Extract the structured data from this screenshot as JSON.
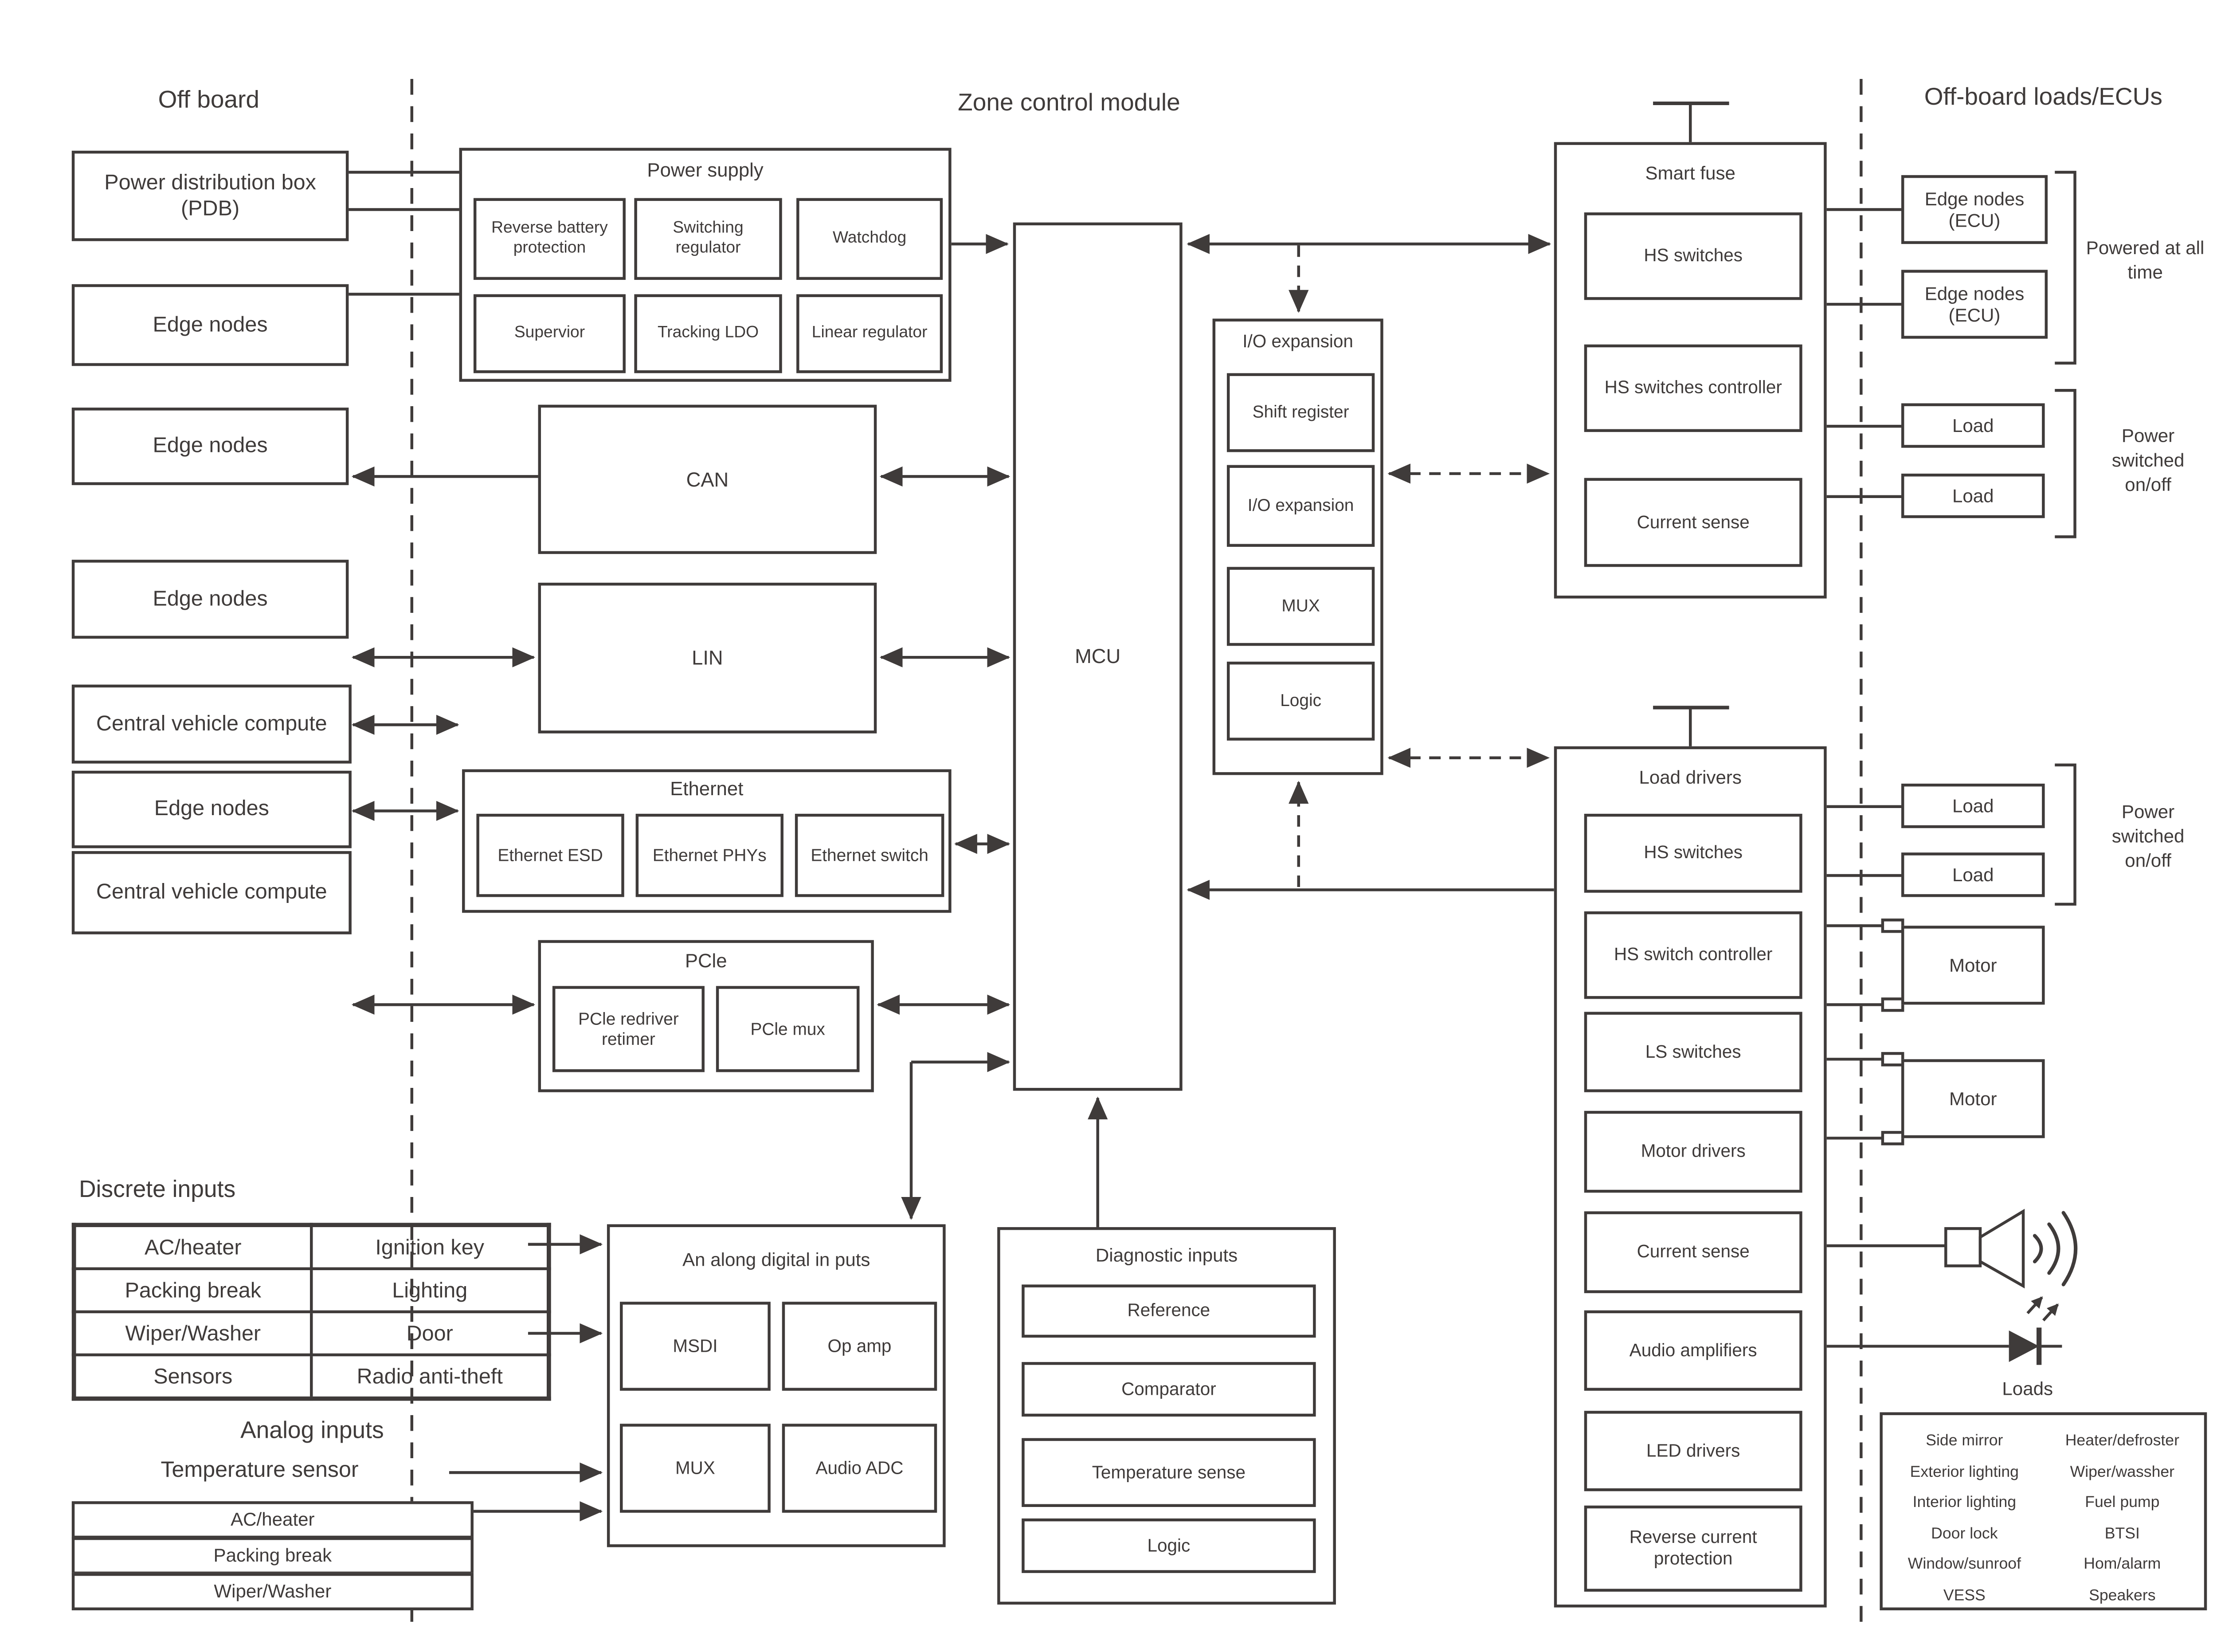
{
  "titles": {
    "off_board": "Off board",
    "zone_control_module": "Zone control module",
    "off_board_loads": "Off-board loads/ECUs",
    "discrete_inputs": "Discrete inputs",
    "analog_inputs": "Analog inputs",
    "temperature_sensor": "Temperature sensor",
    "loads_caption": "Loads"
  },
  "off_board_column": {
    "pdb": "Power distribution box (PDB)",
    "edge_nodes_1": "Edge nodes",
    "edge_nodes_2": "Edge nodes",
    "edge_nodes_3": "Edge nodes",
    "central_vehicle_compute_1": "Central vehicle compute",
    "edge_nodes_4": "Edge nodes",
    "central_vehicle_compute_2": "Central vehicle compute"
  },
  "power_supply": {
    "title": "Power supply",
    "cells": [
      "Reverse battery protection",
      "Switching regulator",
      "Watchdog",
      "Supervior",
      "Tracking LDO",
      "Linear regulator"
    ]
  },
  "can_label": "CAN",
  "lin_label": "LIN",
  "ethernet": {
    "title": "Ethernet",
    "cells": [
      "Ethernet ESD",
      "Ethernet PHYs",
      "Ethernet switch"
    ]
  },
  "pcle": {
    "title": "PCle",
    "cells": [
      "PCle redriver retimer",
      "PCle mux"
    ]
  },
  "mcu_label": "MCU",
  "io_expansion": {
    "title": "I/O expansion",
    "cells": [
      "Shift register",
      "I/O expansion",
      "MUX",
      "Logic"
    ]
  },
  "analog_digital_inputs": {
    "title": "An along digital in puts",
    "cells": [
      "MSDI",
      "Op amp",
      "MUX",
      "Audio ADC"
    ]
  },
  "diagnostic_inputs": {
    "title": "Diagnostic inputs",
    "cells": [
      "Reference",
      "Comparator",
      "Temperature sense",
      "Logic"
    ]
  },
  "smart_fuse": {
    "title": "Smart fuse",
    "cells": [
      "HS switches",
      "HS switches controller",
      "Current sense"
    ]
  },
  "load_drivers": {
    "title": "Load drivers",
    "cells": [
      "HS switches",
      "HS switch controller",
      "LS switches",
      "Motor drivers",
      "Current sense",
      "Audio amplifiers",
      "LED drivers",
      "Reverse current protection"
    ]
  },
  "right_column": {
    "ecu_1": "Edge nodes (ECU)",
    "ecu_2": "Edge nodes (ECU)",
    "powered_at_all_time": "Powered at all time",
    "load_1": "Load",
    "load_2": "Load",
    "power_switched_1": "Power switched on/off",
    "load_3": "Load",
    "load_4": "Load",
    "power_switched_2": "Power switched on/off",
    "motor_1": "Motor",
    "motor_2": "Motor"
  },
  "loads_box": {
    "left": [
      "Side mirror",
      "Exterior lighting",
      "Interior lighting",
      "Door lock",
      "Window/sunroof",
      "VESS"
    ],
    "right": [
      "Heater/defroster",
      "Wiper/wassher",
      "Fuel pump",
      "BTSI",
      "Hom/alarm",
      "Speakers"
    ]
  },
  "discrete_inputs_table": {
    "rows": [
      [
        "AC/heater",
        "Ignition key"
      ],
      [
        "Packing break",
        "Lighting"
      ],
      [
        "Wiper/Washer",
        "Door"
      ],
      [
        "Sensors",
        "Radio anti-theft"
      ]
    ]
  },
  "analog_inputs_stack": [
    "AC/heater",
    "Packing break",
    "Wiper/Washer"
  ],
  "colors": {
    "line": "#3f3b3a",
    "text": "#3f3b3a",
    "background": "#ffffff"
  }
}
